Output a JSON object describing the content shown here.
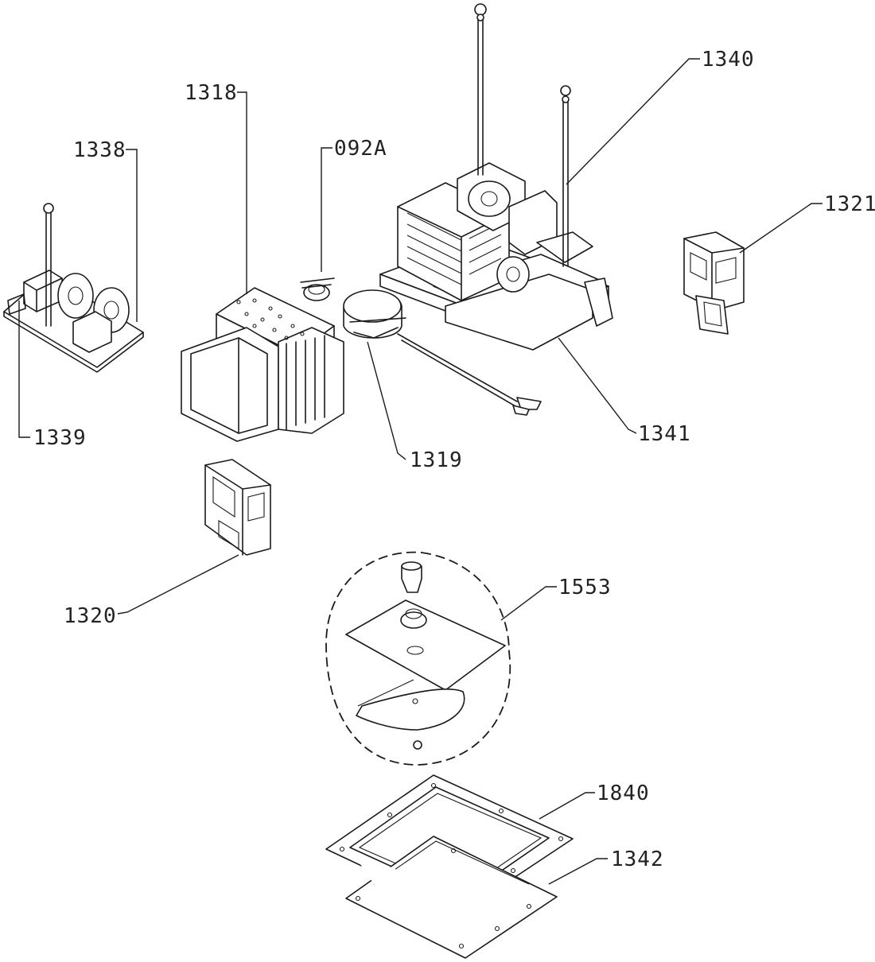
{
  "labels": {
    "l1338": "1338",
    "l1339": "1339",
    "l1318": "1318",
    "l092a": "092A",
    "l1340": "1340",
    "l1321": "1321",
    "l1341": "1341",
    "l1319": "1319",
    "l1320": "1320",
    "l1553": "1553",
    "l1840": "1840",
    "l1342": "1342"
  },
  "colors": {
    "line": "#1a1a1a",
    "background": "#ffffff"
  }
}
